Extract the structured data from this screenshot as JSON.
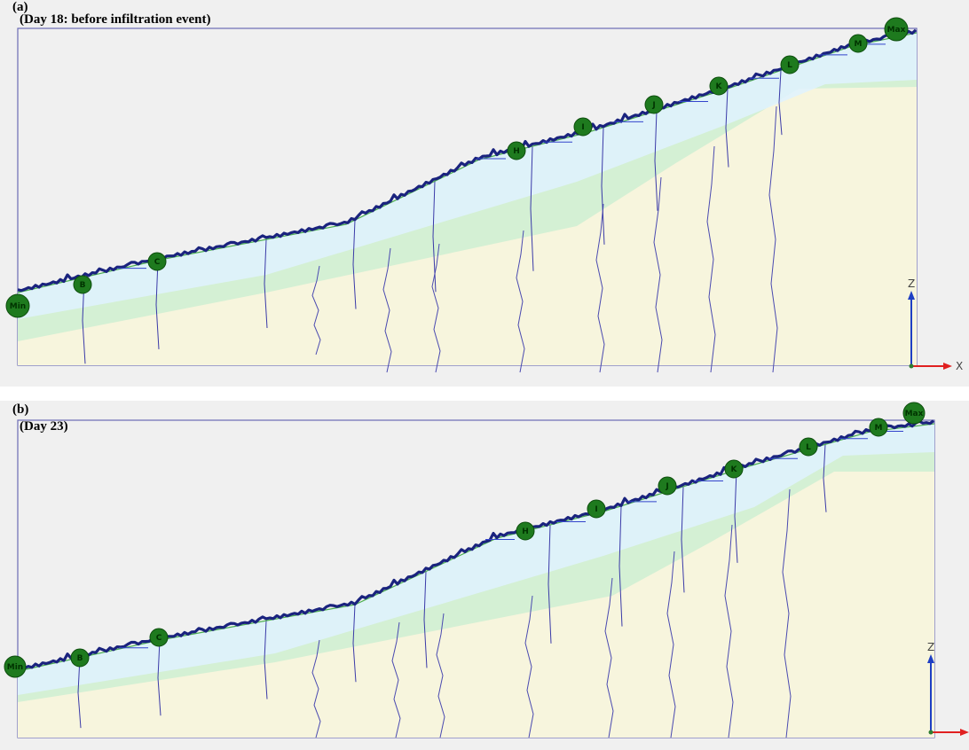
{
  "colors": {
    "background": "#f0f0f0",
    "ground": "#f7f5dd",
    "upper_zone": "#dff2ff",
    "lower_zone": "#d4f0d4",
    "water_line": "#1a237e",
    "velocity_line": "#3344cc",
    "node_fill": "#1e7a1e",
    "slope_line": "#4caf50",
    "axis_z": "#1f3fc4",
    "axis_x": "#e02020"
  },
  "panels": [
    {
      "id": "a",
      "label": "(a)",
      "caption": "(Day 18: before infiltration event)",
      "axis_z": "Z",
      "axis_x": "X",
      "nodes": [
        "Min",
        "B",
        "C",
        "H",
        "I",
        "J",
        "K",
        "L",
        "M",
        "Max"
      ]
    },
    {
      "id": "b",
      "label": "(b)",
      "caption": "(Day 23)",
      "axis_z": "Z",
      "axis_x": "",
      "nodes": [
        "Min",
        "B",
        "C",
        "H",
        "I",
        "J",
        "K",
        "L",
        "M",
        "Max"
      ]
    }
  ]
}
